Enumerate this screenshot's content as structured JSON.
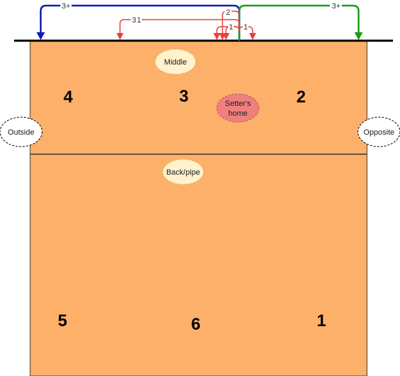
{
  "colors": {
    "court": "#fdb06a",
    "court_line": "#333333",
    "net": "#000000",
    "outside_blue": "#0a1fb0",
    "opposite_green": "#1a9a1a",
    "quick_red": "#e8403f",
    "zone_cream": "#fff2cc",
    "setter_fill": "#f08080"
  },
  "positions": {
    "p4": "4",
    "p3": "3",
    "p2": "2",
    "p5": "5",
    "p6": "6",
    "p1": "1"
  },
  "zones": {
    "middle": "Middle",
    "setter_line1": "Setter's",
    "setter_line2": "home",
    "outside": "Outside",
    "opposite": "Opposite",
    "back_pipe": "Back/pipe"
  },
  "sets": {
    "outside_tempo": "3+",
    "opposite_tempo": "3+",
    "red_a": "3",
    "red_b": "1",
    "red_c": "2",
    "red_d": "1",
    "red_e": "1"
  },
  "icons": {
    "arrowhead": "triangle-arrow-icon"
  }
}
